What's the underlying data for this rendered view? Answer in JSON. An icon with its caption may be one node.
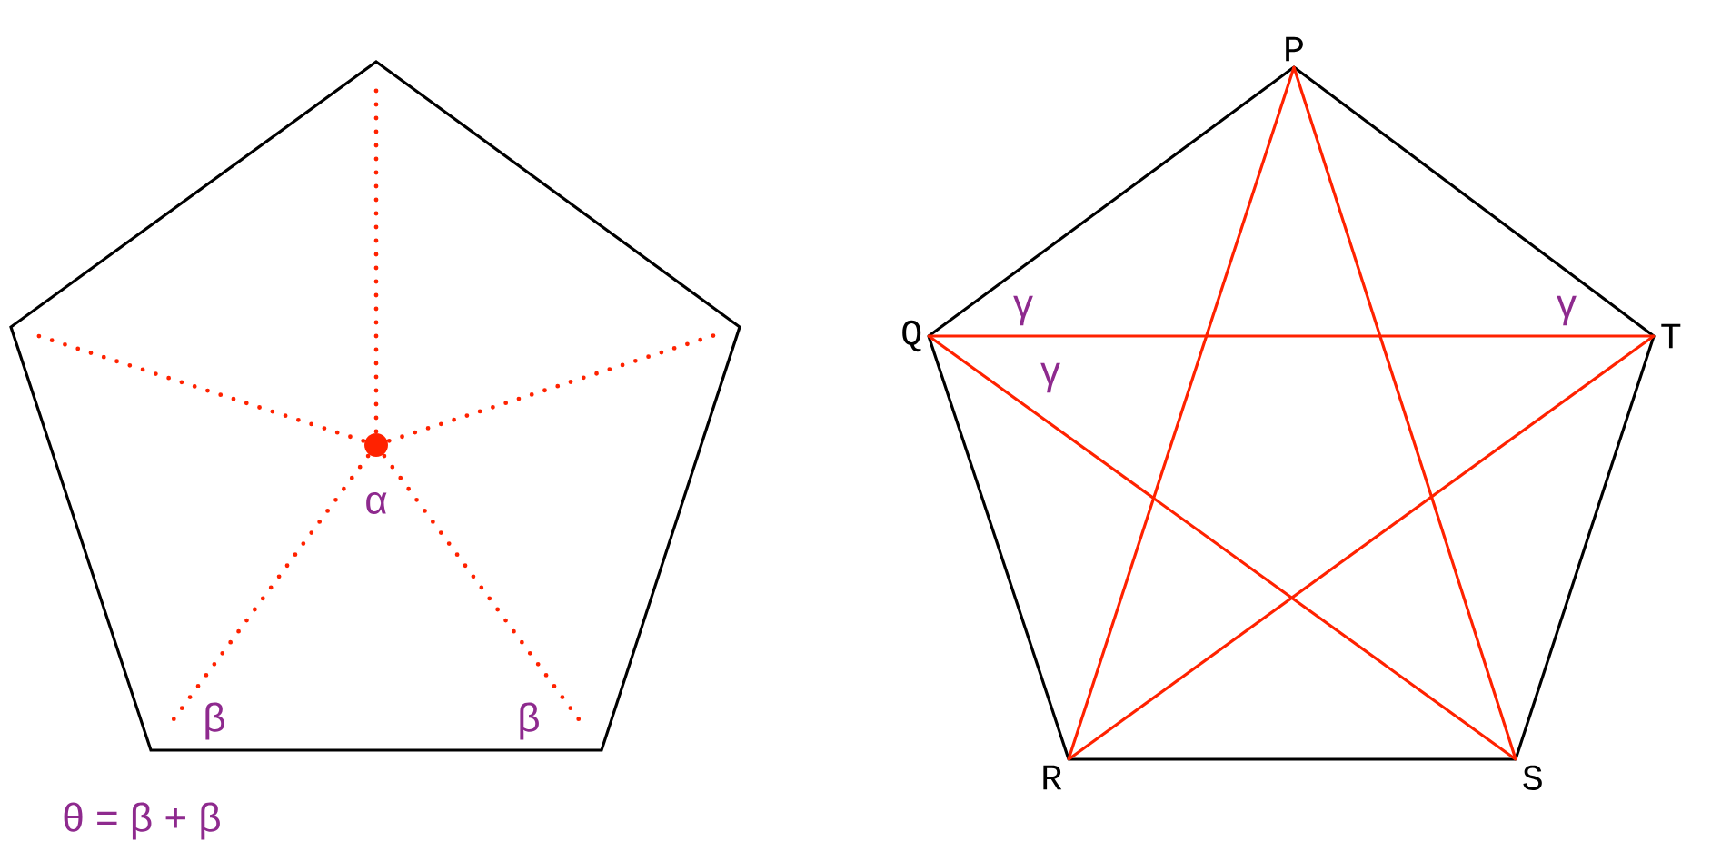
{
  "diagram": {
    "nodes": [
      {
        "text": [
          "P"
        ]
      },
      {
        "text": [
          "Q"
        ]
      },
      {
        "text": [
          "T"
        ]
      },
      {
        "text": [
          "R"
        ]
      },
      {
        "text": [
          "S"
        ]
      }
    ],
    "edges": [
      {
        "from": 0,
        "to": 1,
        "arrow": "none"
      },
      {
        "from": 1,
        "to": 3,
        "arrow": "none"
      },
      {
        "from": 3,
        "to": 4,
        "arrow": "none"
      },
      {
        "from": 4,
        "to": 2,
        "arrow": "none"
      },
      {
        "from": 2,
        "to": 0,
        "arrow": "none"
      },
      {
        "from": 0,
        "to": 3,
        "arrow": "none",
        "color": "#ff2200"
      },
      {
        "from": 0,
        "to": 4,
        "arrow": "none",
        "color": "#ff2200"
      },
      {
        "from": 1,
        "to": 2,
        "arrow": "none",
        "color": "#ff2200"
      },
      {
        "from": 1,
        "to": 4,
        "arrow": "none",
        "color": "#ff2200"
      },
      {
        "from": 2,
        "to": 3,
        "arrow": "none",
        "color": "#ff2200"
      }
    ],
    "labels": [
      "α",
      "β",
      "β",
      "θ = β + β",
      "γ",
      "γ",
      "γ"
    ]
  }
}
